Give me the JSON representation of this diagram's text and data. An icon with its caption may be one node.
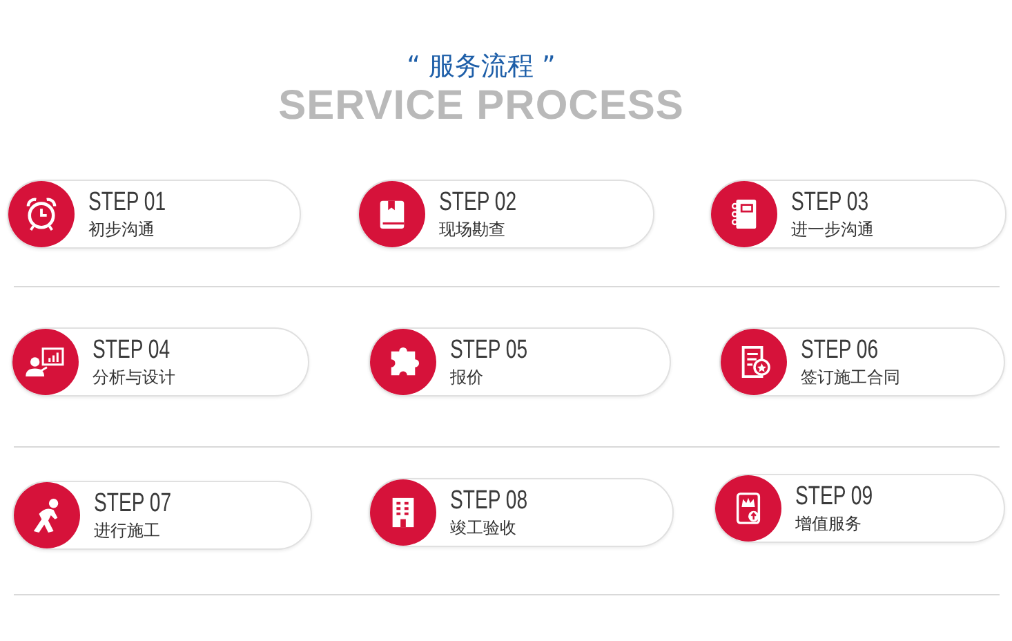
{
  "diagram": {
    "title": "“ 服务流程 ”",
    "nodes": [
      {
        "text": [
          "STEP 01",
          "初步沟通"
        ]
      },
      {
        "text": [
          "STEP 02",
          "现场勘查"
        ]
      },
      {
        "text": [
          "STEP 03",
          "进一步沟通"
        ]
      },
      {
        "text": [
          "STEP 04",
          "分析与设计"
        ]
      },
      {
        "text": [
          "STEP 05",
          "报价"
        ]
      },
      {
        "text": [
          "STEP 06",
          "签订施工合同"
        ]
      },
      {
        "text": [
          "STEP 07",
          "进行施工"
        ]
      },
      {
        "text": [
          "STEP 08",
          "竣工验收"
        ]
      },
      {
        "text": [
          "STEP 09",
          "增值服务"
        ]
      }
    ],
    "labels": [
      "SERVICE PROCESS"
    ]
  }
}
